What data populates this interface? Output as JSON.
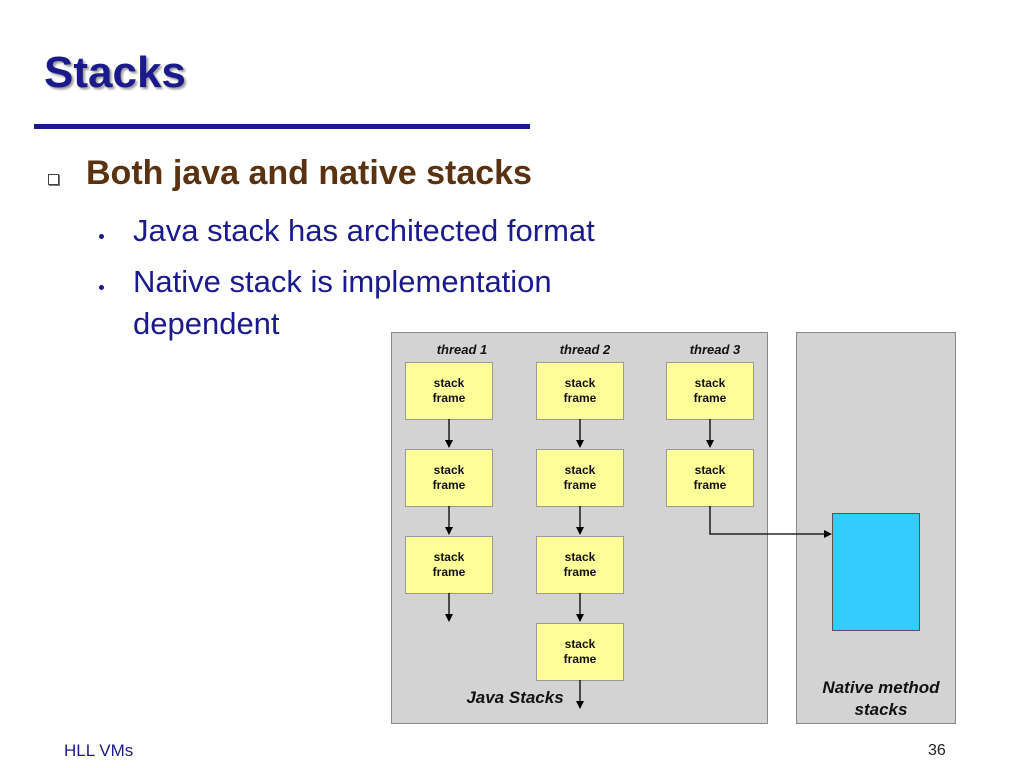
{
  "slide": {
    "title": "Stacks",
    "bullet": "Both java and native stacks",
    "subbullets": [
      "Java stack has architected format",
      "Native stack is implementation dependent"
    ]
  },
  "diagram": {
    "threads": [
      "thread 1",
      "thread 2",
      "thread 3"
    ],
    "frame_label_line1": "stack",
    "frame_label_line2": "frame",
    "java_caption": "Java Stacks",
    "native_caption_line1": "Native method",
    "native_caption_line2": "stacks",
    "colors": {
      "panel": "#d3d3d3",
      "frame": "#ffff99",
      "native": "#33ccff",
      "text": "#1a1a8c"
    }
  },
  "footer": {
    "left": "HLL VMs",
    "page": "36"
  }
}
